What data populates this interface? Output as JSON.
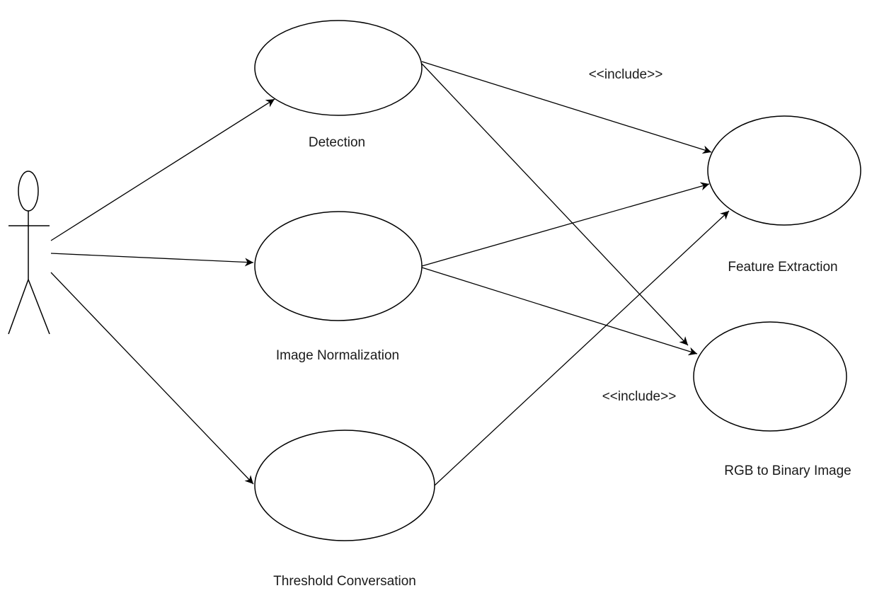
{
  "diagram": {
    "use_cases": {
      "detection": "Detection",
      "image_normalization": "Image Normalization",
      "threshold_conversation": "Threshold Conversation",
      "feature_extraction": "Feature Extraction",
      "rgb_to_binary": "RGB to Binary Image"
    },
    "stereotypes": {
      "include_top": "<<include>>",
      "include_bottom": "<<include>>"
    }
  }
}
